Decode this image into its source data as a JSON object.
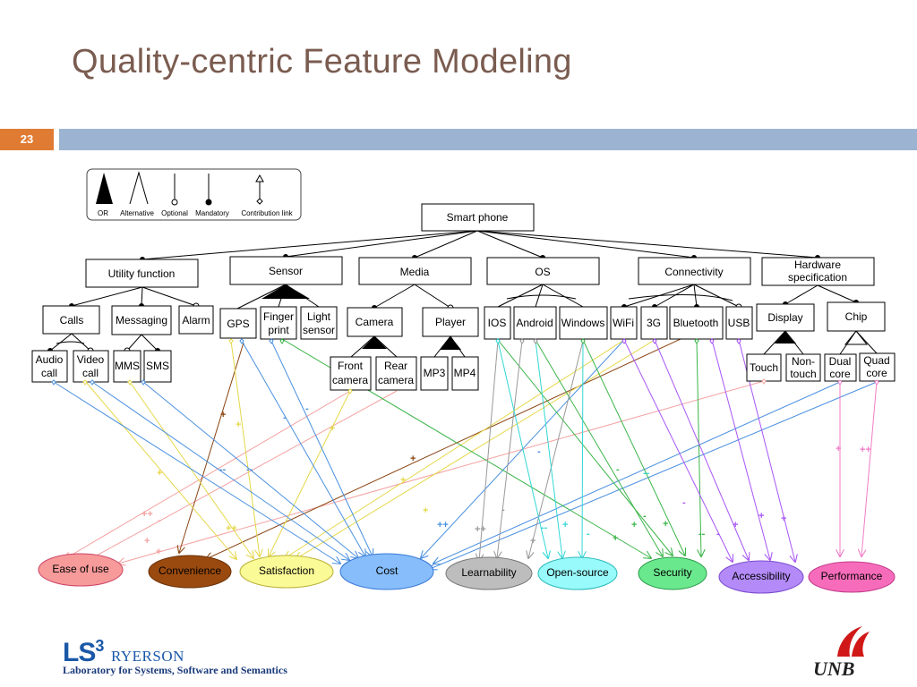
{
  "slide": {
    "title": "Quality-centric Feature Modeling",
    "page_number": "23"
  },
  "legend": {
    "items": [
      "OR",
      "Alternative",
      "Optional",
      "Mandatory",
      "Contribution link"
    ]
  },
  "nodes": {
    "root": "Smart phone",
    "utility": "Utility function",
    "sensor": "Sensor",
    "media": "Media",
    "os": "OS",
    "connectivity": "Connectivity",
    "hardware": [
      "Hardware",
      "specification"
    ],
    "calls": "Calls",
    "messaging": "Messaging",
    "alarm": "Alarm",
    "gps": "GPS",
    "fingerprint": [
      "Finger",
      "print"
    ],
    "lightsensor": [
      "Light",
      "sensor"
    ],
    "camera": "Camera",
    "player": "Player",
    "ios": "IOS",
    "android": "Android",
    "windows": "Windows",
    "wifi": "WiFi",
    "g3": "3G",
    "bluetooth": "Bluetooth",
    "usb": "USB",
    "display": "Display",
    "chip": "Chip",
    "audiocall": [
      "Audio",
      "call"
    ],
    "videocall": [
      "Video",
      "call"
    ],
    "mms": "MMS",
    "sms": "SMS",
    "frontcamera": [
      "Front",
      "camera"
    ],
    "rearcamera": [
      "Rear",
      "camera"
    ],
    "mp3": "MP3",
    "mp4": "MP4",
    "touch": "Touch",
    "nontouch": [
      "Non-",
      "touch"
    ],
    "dualcore": [
      "Dual",
      "core"
    ],
    "quadcore": [
      "Quad",
      "core"
    ]
  },
  "qualities": [
    {
      "label": "Ease of use",
      "color": "#f79a9a"
    },
    {
      "label": "Convenience",
      "color": "#9a4a0e"
    },
    {
      "label": "Satisfaction",
      "color": "#fafa96"
    },
    {
      "label": "Cost",
      "color": "#86bdfa"
    },
    {
      "label": "Learnability",
      "color": "#bdbdbd"
    },
    {
      "label": "Open-source",
      "color": "#98fafa"
    },
    {
      "label": "Security",
      "color": "#6ae88e"
    },
    {
      "label": "Accessibility",
      "color": "#b38af7"
    },
    {
      "label": "Performance",
      "color": "#f76cba"
    }
  ],
  "link_labels": [
    "+",
    "++",
    "-",
    "--"
  ],
  "footer": {
    "lab_logo": "LS",
    "lab_logo_sup": "3",
    "ryerson": "RYERSON",
    "lab_name": "Laboratory for Systems, Software and Semantics",
    "university": "UNB"
  }
}
